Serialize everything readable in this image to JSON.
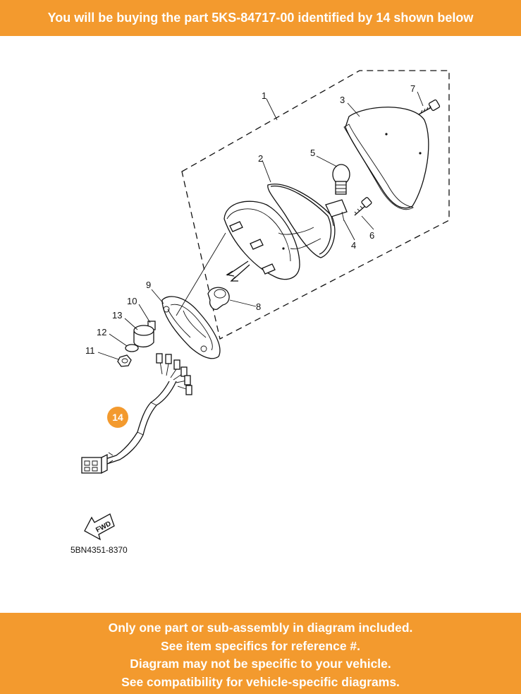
{
  "header": {
    "banner_text": "You will be buying the part 5KS-84717-00 identified by 14 shown below"
  },
  "diagram": {
    "callouts": {
      "c1": "1",
      "c2": "2",
      "c3": "3",
      "c4": "4",
      "c5": "5",
      "c6": "6",
      "c7": "7",
      "c8": "8",
      "c9": "9",
      "c10": "10",
      "c11": "11",
      "c12": "12",
      "c13": "13",
      "c14": "14"
    },
    "fwd_label": "FWD",
    "diagram_code": "5BN4351-8370",
    "highlight_color": "#F39A2E"
  },
  "footer": {
    "lines": [
      "Only one part or sub-assembly in diagram included.",
      "See item specifics for reference #.",
      "Diagram may not be specific to your vehicle.",
      "See compatibility for vehicle-specific diagrams."
    ]
  },
  "colors": {
    "banner": "#F39A2E",
    "banner_text": "#FFFFFF"
  }
}
